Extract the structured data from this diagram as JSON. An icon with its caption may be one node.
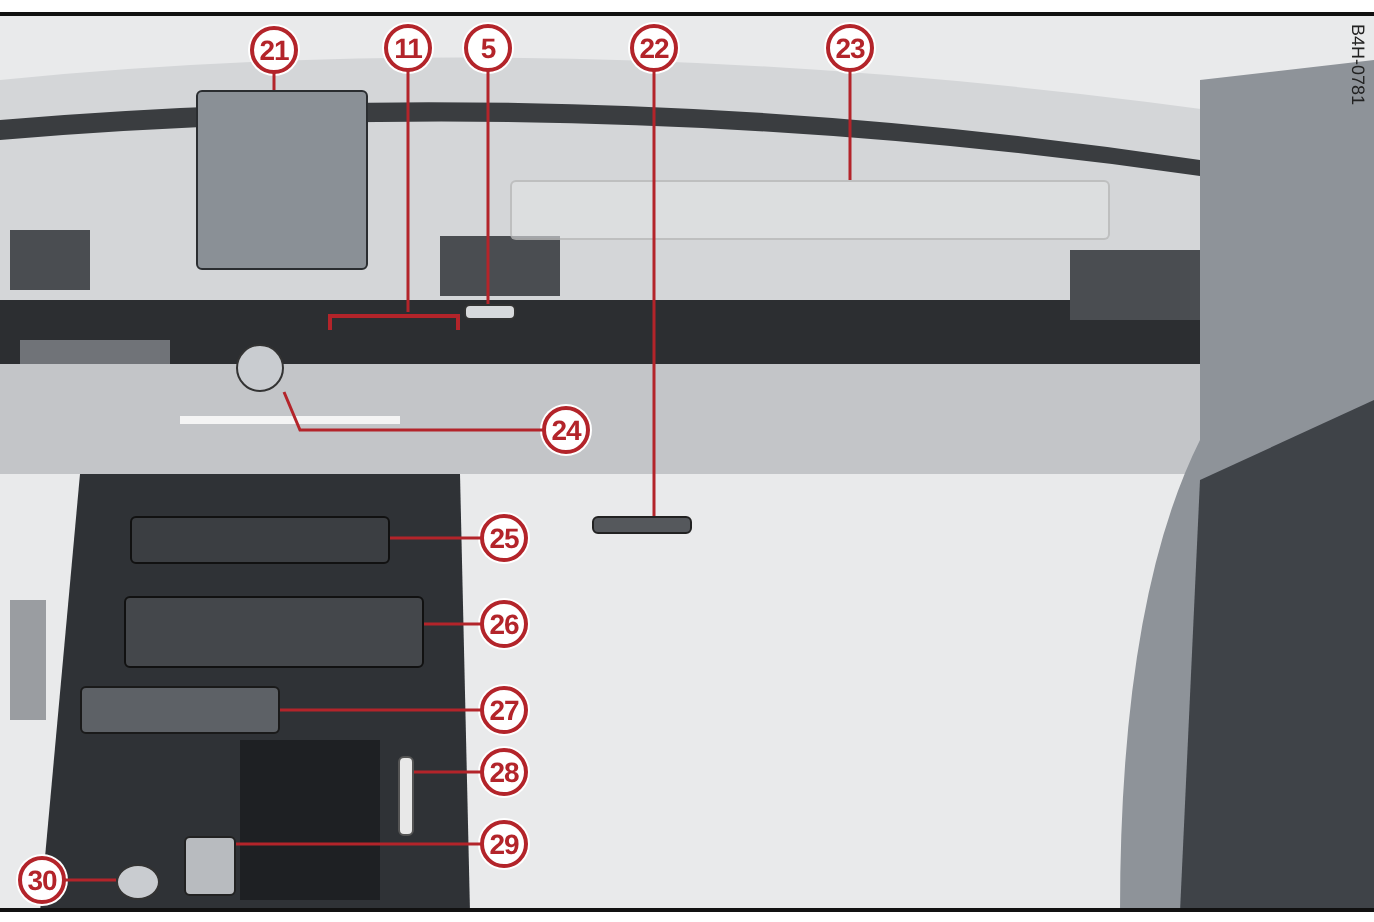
{
  "diagram": {
    "nodes": [
      {
        "text": [
          "21"
        ]
      },
      {
        "text": [
          "11"
        ]
      },
      {
        "text": [
          "5"
        ]
      },
      {
        "text": [
          "22"
        ]
      },
      {
        "text": [
          "23"
        ]
      },
      {
        "text": [
          "24"
        ]
      },
      {
        "text": [
          "25"
        ]
      },
      {
        "text": [
          "26"
        ]
      },
      {
        "text": [
          "27"
        ]
      },
      {
        "text": [
          "28"
        ]
      },
      {
        "text": [
          "29"
        ]
      },
      {
        "text": [
          "30"
        ]
      },
      {
        "text": [],
        "shape": "box"
      },
      {
        "text": [],
        "shape": "bar"
      },
      {
        "text": [],
        "shape": "box"
      },
      {
        "text": [],
        "shape": "bar"
      },
      {
        "text": [],
        "shape": "box"
      },
      {
        "text": [],
        "shape": "circle"
      },
      {
        "text": [],
        "shape": "box"
      },
      {
        "text": [],
        "shape": "box"
      },
      {
        "text": [],
        "shape": "box"
      },
      {
        "text": [],
        "shape": "bar"
      },
      {
        "text": [],
        "shape": "box"
      },
      {
        "text": [],
        "shape": "circle"
      }
    ],
    "edges": [
      {
        "from": 0,
        "to": 12,
        "arrow": "none"
      },
      {
        "from": 1,
        "to": 13,
        "arrow": "none"
      },
      {
        "from": 2,
        "to": 14,
        "arrow": "none"
      },
      {
        "from": 3,
        "to": 15,
        "arrow": "none"
      },
      {
        "from": 4,
        "to": 16,
        "arrow": "none"
      },
      {
        "from": 5,
        "to": 17,
        "arrow": "none"
      },
      {
        "from": 6,
        "to": 18,
        "arrow": "none"
      },
      {
        "from": 7,
        "to": 19,
        "arrow": "none"
      },
      {
        "from": 8,
        "to": 20,
        "arrow": "none"
      },
      {
        "from": 9,
        "to": 21,
        "arrow": "none"
      },
      {
        "from": 10,
        "to": 22,
        "arrow": "none"
      },
      {
        "from": 11,
        "to": 23,
        "arrow": "none"
      }
    ],
    "labels": [
      "B4H-0781"
    ]
  }
}
